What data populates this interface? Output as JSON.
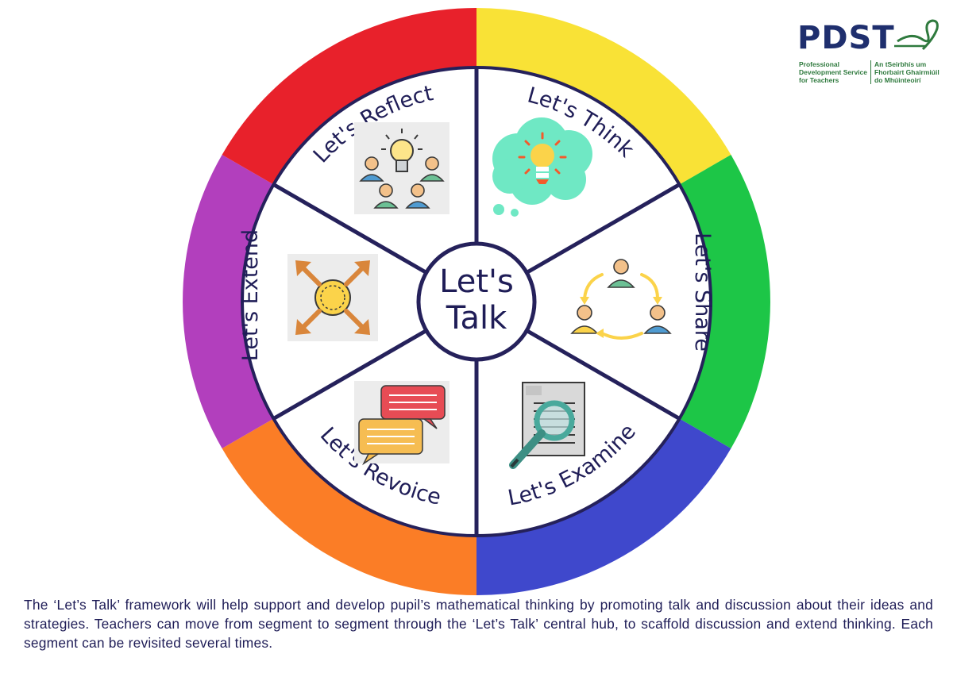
{
  "wheel": {
    "hub_line1": "Let's",
    "hub_line2": "Talk",
    "segments": [
      {
        "label": "Let's Think",
        "ring_color": "#f9e236"
      },
      {
        "label": "Let's Share",
        "ring_color": "#1dc647"
      },
      {
        "label": "Let's Examine",
        "ring_color": "#3f48cc"
      },
      {
        "label": "Let's Revoice",
        "ring_color": "#fb7d26"
      },
      {
        "label": "Let's Extend",
        "ring_color": "#b23fbd"
      },
      {
        "label": "Let's Reflect",
        "ring_color": "#e8212b"
      }
    ],
    "spoke_color": "#25215b",
    "text_color": "#1f1d57"
  },
  "logo": {
    "wordmark": "PDST",
    "english": "Professional Development Service for Teachers",
    "irish": "An tSeirbhís um Fhorbairt Ghairmiúil do Mhúinteoirí",
    "brand_color": "#1f2f6e",
    "accent_color": "#2f7a3e"
  },
  "caption": "The ‘Let’s Talk’ framework will help support and develop pupil’s mathematical thinking by promoting talk and discussion about their ideas and strategies. Teachers can move from segment to segment through the ‘Let’s Talk’ central hub, to scaffold discussion and extend thinking. Each segment can be revisited several times."
}
